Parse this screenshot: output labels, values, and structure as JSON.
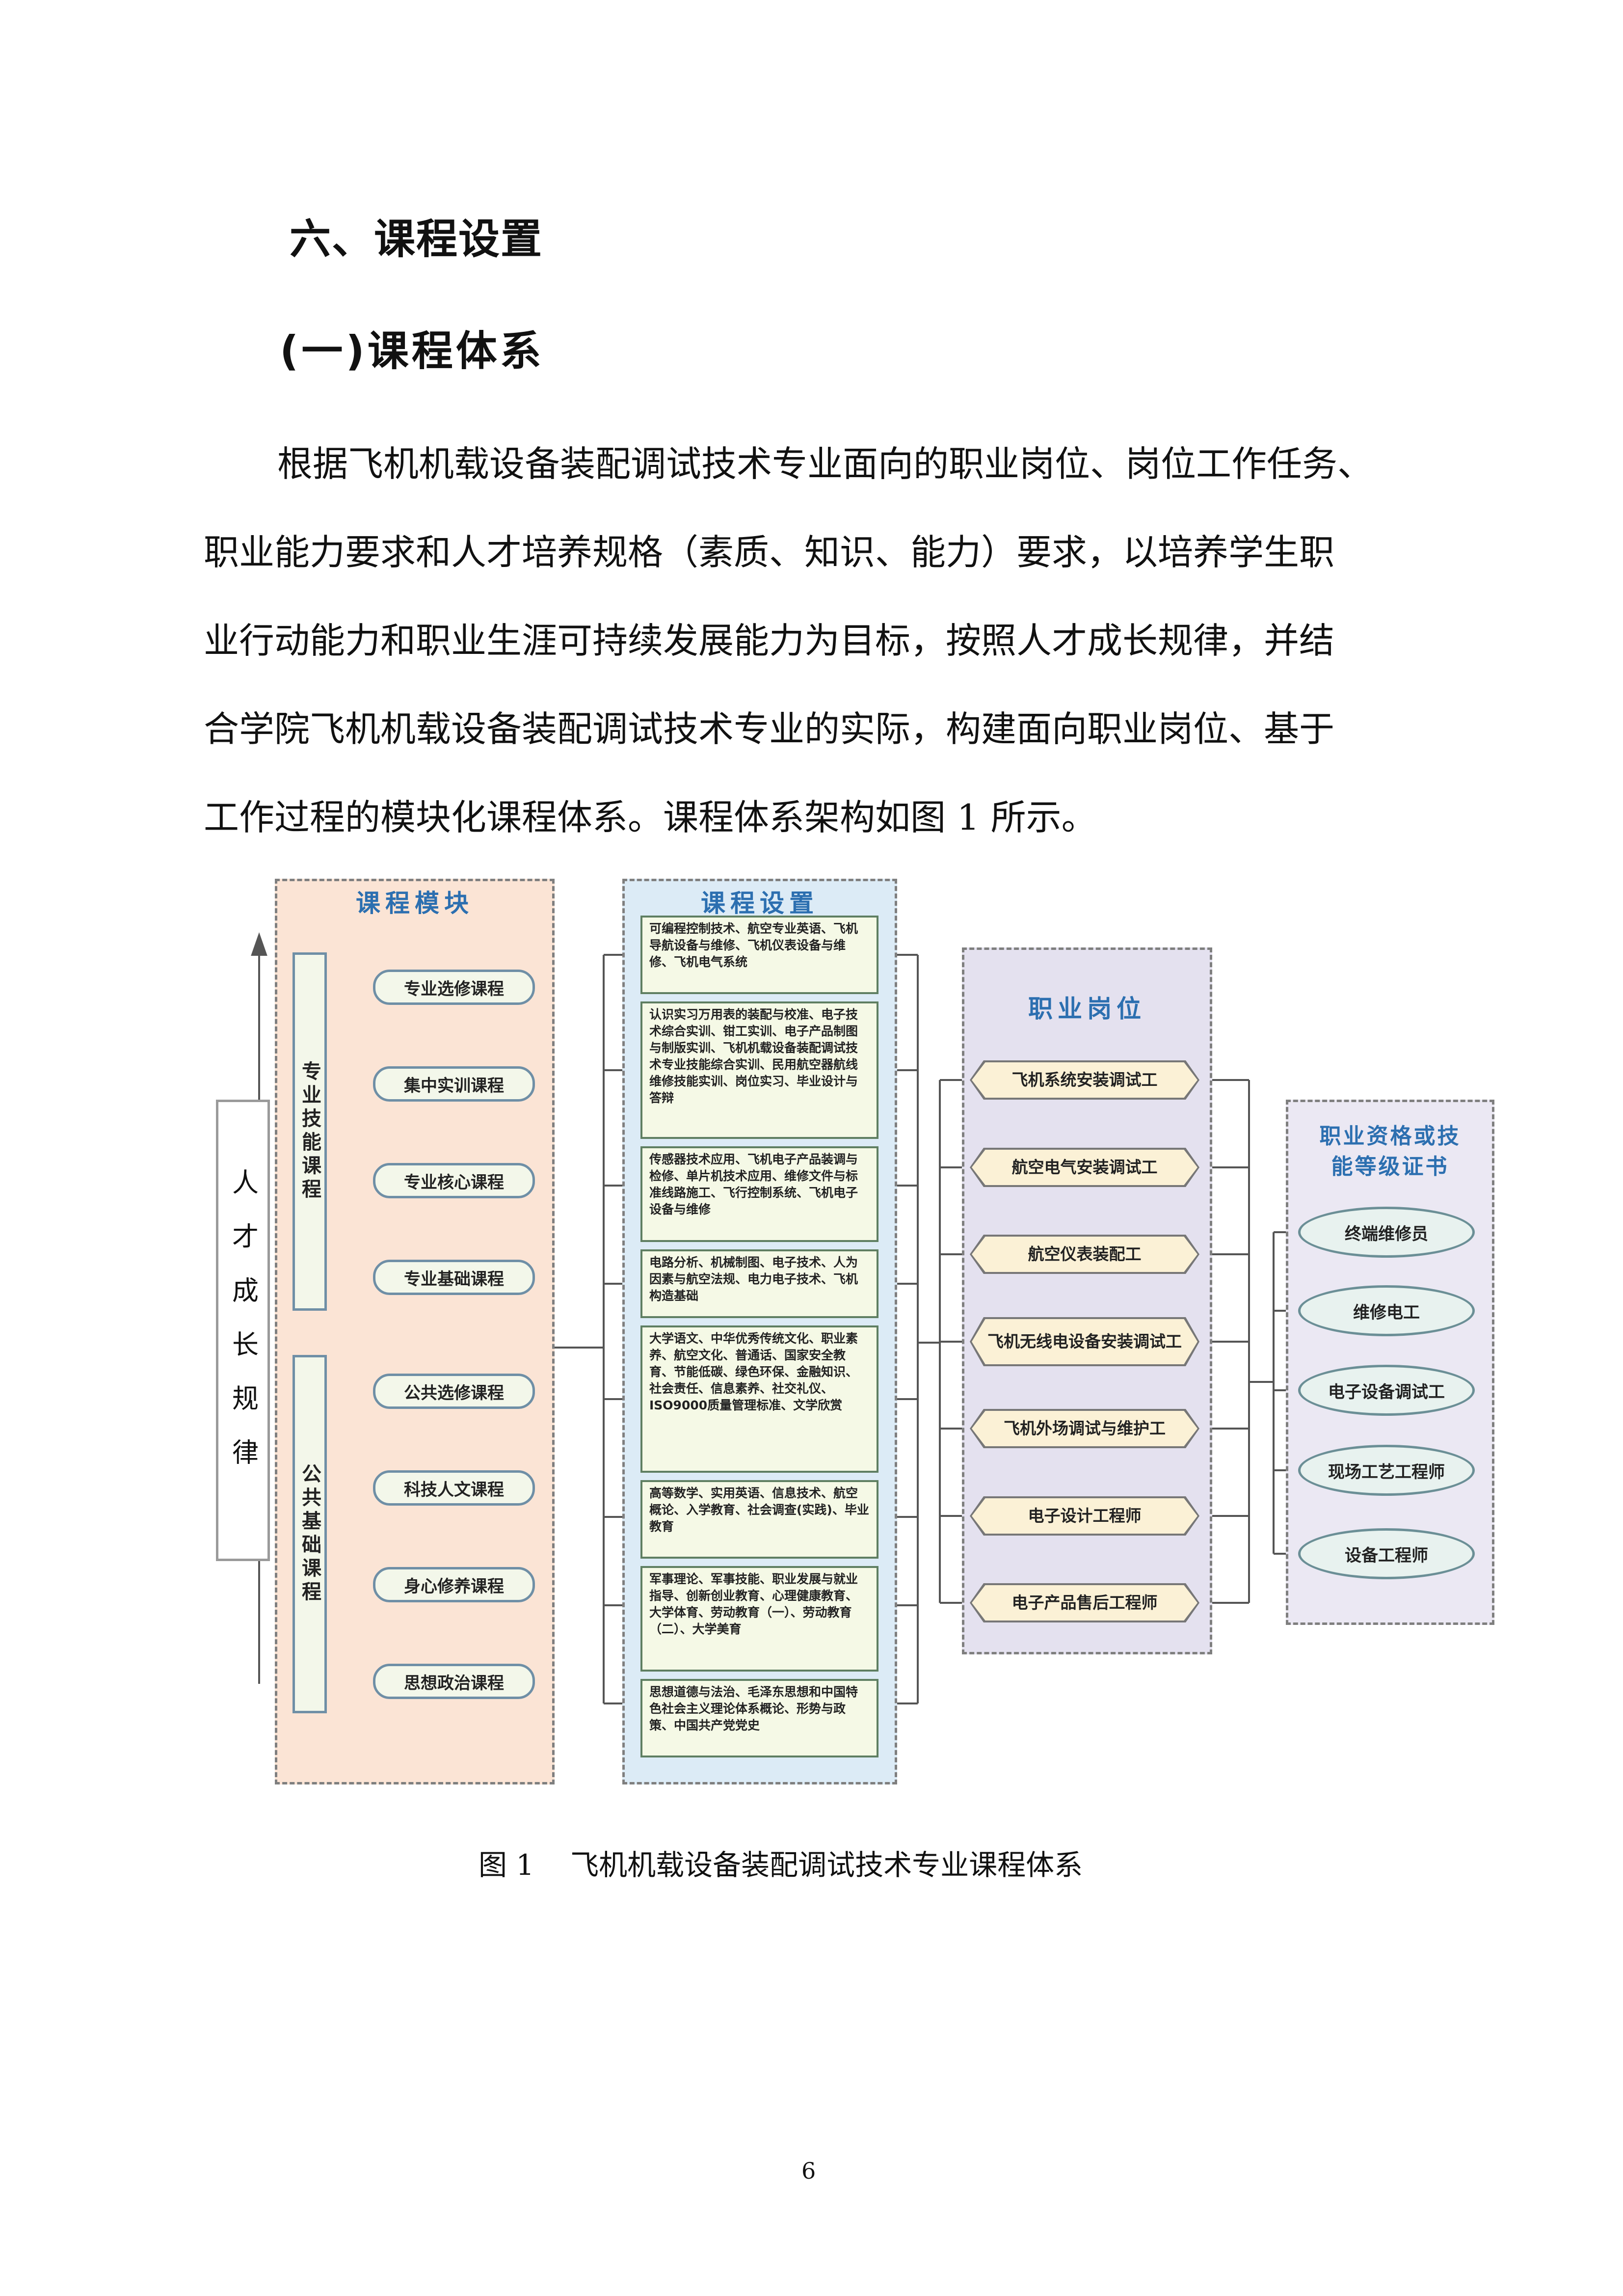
{
  "heading": "六、课程设置",
  "subheading": "(一)课程体系",
  "paragraph": [
    "根据飞机机载设备装配调试技术专业面向的职业岗位、岗位工作任务、",
    "职业能力要求和人才培养规格（素质、知识、能力）要求，以培养学生职",
    "业行动能力和职业生涯可持续发展能力为目标，按照人才成长规律，并结",
    "合学院飞机机载设备装配调试技术专业的实际，构建面向职业岗位、基于",
    "工作过程的模块化课程体系。课程体系架构如图 1 所示。"
  ],
  "diagram": {
    "growth_label": "人才成长规律",
    "panel_module_title": "课程模块",
    "panel_course_title": "课程设置",
    "panel_job_title": "职业岗位",
    "panel_cert_title_1": "职业资格或技",
    "panel_cert_title_2": "能等级证书",
    "group_pro": "专业技能课程",
    "group_pub": "公共基础课程",
    "modules": [
      "专业选修课程",
      "集中实训课程",
      "专业核心课程",
      "专业基础课程",
      "公共选修课程",
      "科技人文课程",
      "身心修养课程",
      "思想政治课程"
    ],
    "courses": [
      "可编程控制技术、航空专业英语、飞机导航设备与维修、飞机仪表设备与维修、飞机电气系统",
      "认识实习万用表的装配与校准、电子技术综合实训、钳工实训、电子产品制图与制版实训、飞机机载设备装配调试技术专业技能综合实训、民用航空器航线维修技能实训、岗位实习、毕业设计与答辩",
      "传感器技术应用、飞机电子产品装调与检修、单片机技术应用、维修文件与标准线路施工、飞行控制系统、飞机电子设备与维修",
      "电路分析、机械制图、电子技术、人为因素与航空法规、电力电子技术、飞机构造基础",
      "大学语文、中华优秀传统文化、职业素养、航空文化、普通话、国家安全教育、节能低碳、绿色环保、金融知识、社会责任、信息素养、社交礼仪、ISO9000质量管理标准、文学欣赏",
      "高等数学、实用英语、信息技术、航空概论、入学教育、社会调查(实践)、毕业教育",
      "军事理论、军事技能、职业发展与就业指导、创新创业教育、心理健康教育、大学体育、劳动教育（一）、劳动教育（二）、大学美育",
      "思想道德与法治、毛泽东思想和中国特色社会主义理论体系概论、形势与政策、中国共产党党史"
    ],
    "jobs": [
      "飞机系统安装调试工",
      "航空电气安装调试工",
      "航空仪表装配工",
      "飞机无线电设备安装调试工",
      "飞机外场调试与维护工",
      "电子设计工程师",
      "电子产品售后工程师"
    ],
    "certs": [
      "终端维修员",
      "维修电工",
      "电子设备调试工",
      "现场工艺工程师",
      "设备工程师"
    ]
  },
  "caption": "图 1    飞机机载设备装配调试技术专业课程体系",
  "page_number": "6"
}
